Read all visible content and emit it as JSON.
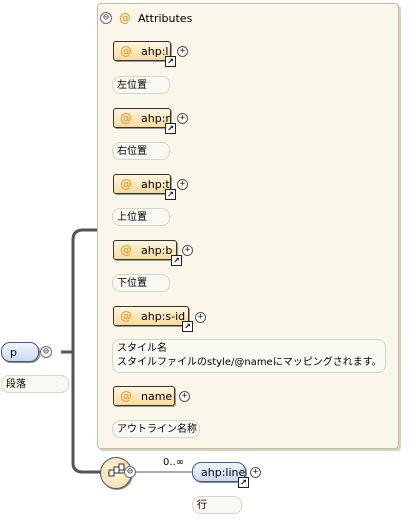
{
  "attributes_group": {
    "title": "Attributes"
  },
  "attributes": [
    {
      "name": "ahp:l",
      "doc": "左位置"
    },
    {
      "name": "ahp:r",
      "doc": "右位置"
    },
    {
      "name": "ahp:t",
      "doc": "上位置"
    },
    {
      "name": "ahp:b",
      "doc": "下位置"
    },
    {
      "name": "ahp:s-id",
      "doc_line1": "スタイル名",
      "doc_line2": "スタイルファイルのstyle/@nameにマッピングされます。"
    },
    {
      "name": "name",
      "doc": "アウトライン名称"
    }
  ],
  "root_element": {
    "name": "p",
    "doc": "段落"
  },
  "child_element": {
    "name": "ahp:line",
    "cardinality": "0..∞",
    "doc": "行"
  },
  "icons": {
    "at": "@",
    "collapse": "⊖",
    "expand": "+",
    "ref": "↗"
  },
  "colors": {
    "group_bg": "#fbf6ea",
    "attr_fill": "#f7dba0",
    "element_fill": "#c8d8f2",
    "connector": "#555555"
  }
}
